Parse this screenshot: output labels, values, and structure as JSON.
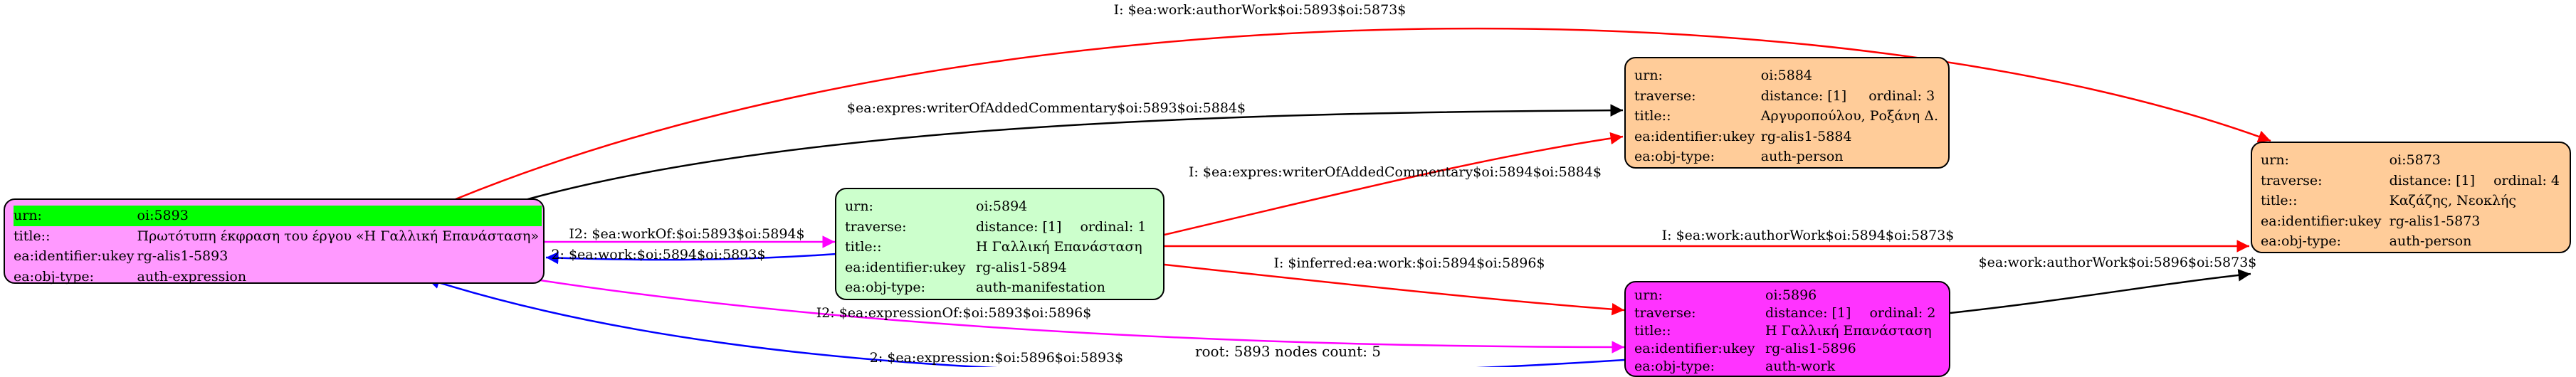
{
  "colors": {
    "expression": "#ff99ff",
    "manifestation": "#ccffcc",
    "person": "#ffcc99",
    "work": "#ff33ff",
    "highlight": "#00ff00",
    "edge_red": "#ff0000",
    "edge_black": "#000000",
    "edge_blue": "#0000ff",
    "edge_magenta": "#ff00ff"
  },
  "nodes": {
    "n5893": {
      "rows": [
        {
          "key": "urn:",
          "value": "oi:5893"
        },
        {
          "key": "title::",
          "value": "Πρωτότυπη έκφραση του έργου «Η Γαλλική Επανάσταση»"
        },
        {
          "key": "ea:identifier:ukey",
          "value": "rg-alis1-5893"
        },
        {
          "key": "ea:obj-type:",
          "value": "auth-expression"
        }
      ]
    },
    "n5894": {
      "rows": [
        {
          "key": "urn:",
          "value": "oi:5894"
        },
        {
          "key": "traverse:",
          "value": "distance: [1]",
          "value2": "ordinal: 1"
        },
        {
          "key": "title::",
          "value": "Η Γαλλική Επανάσταση"
        },
        {
          "key": "ea:identifier:ukey",
          "value": "rg-alis1-5894"
        },
        {
          "key": "ea:obj-type:",
          "value": "auth-manifestation"
        }
      ]
    },
    "n5884": {
      "rows": [
        {
          "key": "urn:",
          "value": "oi:5884"
        },
        {
          "key": "traverse:",
          "value": "distance: [1]",
          "value2": "ordinal: 3"
        },
        {
          "key": "title::",
          "value": "Αργυροπούλου, Ροξάνη Δ."
        },
        {
          "key": "ea:identifier:ukey",
          "value": "rg-alis1-5884"
        },
        {
          "key": "ea:obj-type:",
          "value": "auth-person"
        }
      ]
    },
    "n5896": {
      "rows": [
        {
          "key": "urn:",
          "value": "oi:5896"
        },
        {
          "key": "traverse:",
          "value": "distance: [1]",
          "value2": "ordinal: 2"
        },
        {
          "key": "title::",
          "value": "Η Γαλλική Επανάσταση"
        },
        {
          "key": "ea:identifier:ukey",
          "value": "rg-alis1-5896"
        },
        {
          "key": "ea:obj-type:",
          "value": "auth-work"
        }
      ]
    },
    "n5873": {
      "rows": [
        {
          "key": "urn:",
          "value": "oi:5873"
        },
        {
          "key": "traverse:",
          "value": "distance: [1]",
          "value2": "ordinal: 4"
        },
        {
          "key": "title::",
          "value": "Καζάζης, Νεοκλής"
        },
        {
          "key": "ea:identifier:ukey",
          "value": "rg-alis1-5873"
        },
        {
          "key": "ea:obj-type:",
          "value": "auth-person"
        }
      ]
    }
  },
  "edges": [
    {
      "id": "e1",
      "label": "I: $ea:work:authorWork$oi:5893$oi:5873$",
      "color": "red"
    },
    {
      "id": "e2",
      "label": "$ea:expres:writerOfAddedCommentary$oi:5893$oi:5884$",
      "color": "black"
    },
    {
      "id": "e3",
      "label": "I2: $ea:workOf:$oi:5893$oi:5894$",
      "color": "magenta"
    },
    {
      "id": "e4",
      "label": "2: $ea:work:$oi:5894$oi:5893$",
      "color": "blue"
    },
    {
      "id": "e5",
      "label": "I: $ea:expres:writerOfAddedCommentary$oi:5894$oi:5884$",
      "color": "red"
    },
    {
      "id": "e6",
      "label": "I: $ea:work:authorWork$oi:5894$oi:5873$",
      "color": "red"
    },
    {
      "id": "e7",
      "label": "I: $inferred:ea:work:$oi:5894$oi:5896$",
      "color": "red"
    },
    {
      "id": "e8",
      "label": "$ea:work:authorWork$oi:5896$oi:5873$",
      "color": "black"
    },
    {
      "id": "e9",
      "label": "I2: $ea:expressionOf:$oi:5893$oi:5896$",
      "color": "magenta"
    },
    {
      "id": "e10",
      "label": "2: $ea:expression:$oi:5896$oi:5893$",
      "color": "blue"
    }
  ],
  "caption": "root: 5893 nodes count: 5"
}
